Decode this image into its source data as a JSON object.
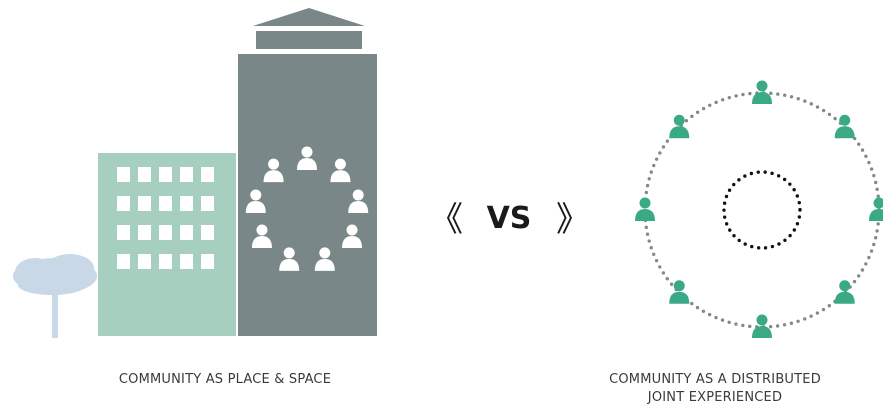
{
  "left": {
    "caption": "COMMUNITY AS PLACE & SPACE",
    "colors": {
      "tall_building": "#7a8788",
      "short_building": "#a7cfc0",
      "window": "#ffffff",
      "person": "#ffffff",
      "tree": "#c9d8e6"
    },
    "icons": [
      "building-icon",
      "tree-icon",
      "person-icon"
    ]
  },
  "center": {
    "label": "VS",
    "left_arrow": "《",
    "right_arrow": "》",
    "color": "#1a1a1a"
  },
  "right": {
    "caption_line1": "COMMUNITY AS A DISTRIBUTED",
    "caption_line2": "JOINT EXPERIENCED",
    "colors": {
      "person": "#3aaa86",
      "outer_ring": "#808a8a",
      "inner_ring": "#111111"
    },
    "icons": [
      "person-icon",
      "dotted-ring-icon"
    ]
  }
}
